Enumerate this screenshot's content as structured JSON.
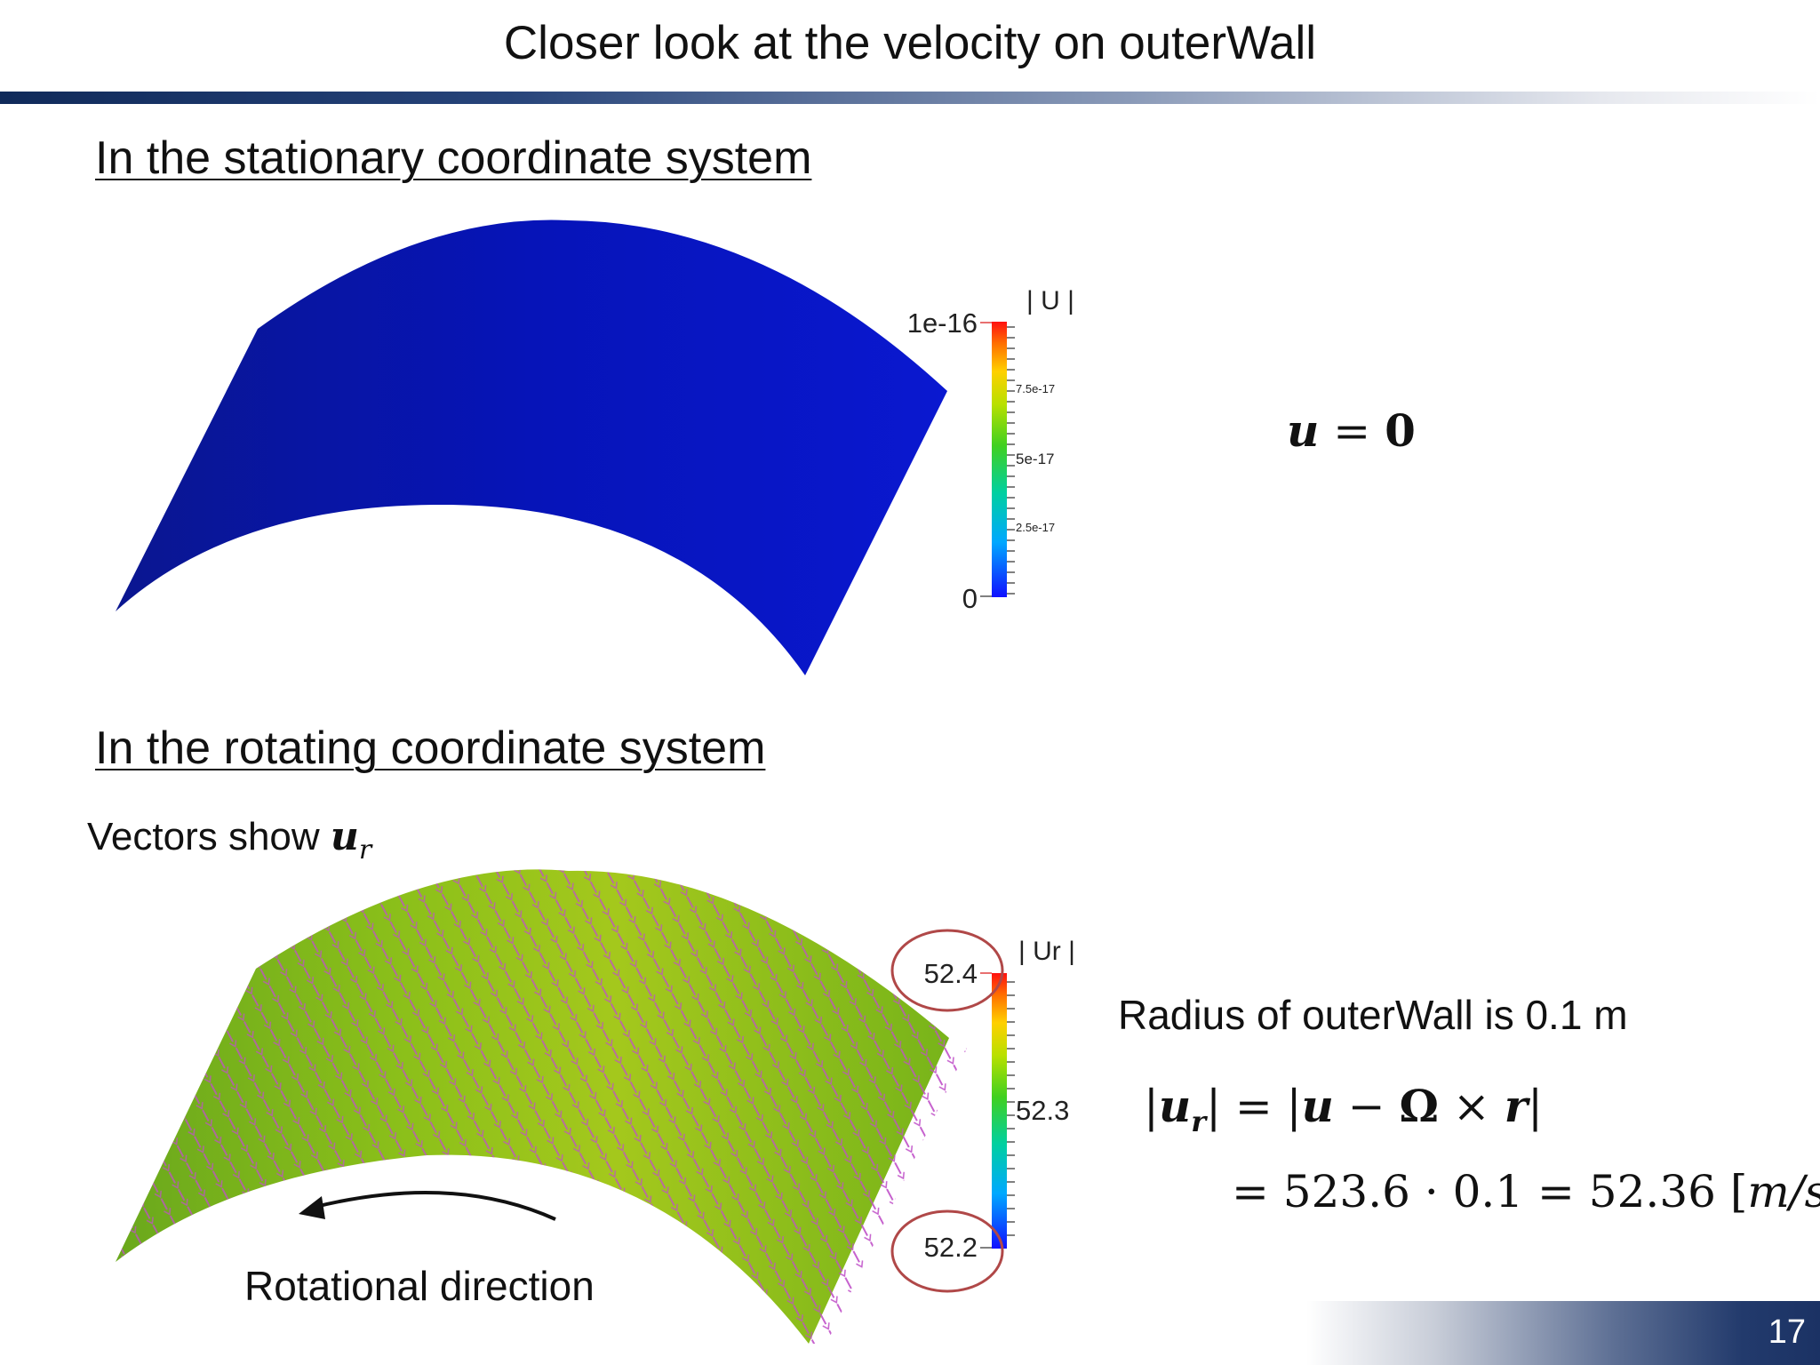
{
  "slide": {
    "title": "Closer look at the velocity on outerWall",
    "page_number": "17"
  },
  "stationary": {
    "heading": "In the stationary coordinate system",
    "legend": {
      "title": "| U |",
      "max_label": "1e-16",
      "tick_labels": [
        "7.5e-17",
        "5e-17",
        "2.5e-17"
      ],
      "min_label": "0"
    },
    "equation": {
      "lhs": "u",
      "eq": "=",
      "rhs": "0"
    },
    "surface_color": "#0a16c8"
  },
  "rotating": {
    "heading": "In the rotating coordinate system",
    "caption_text": "Vectors show",
    "caption_symbol": "u",
    "caption_sub": "r",
    "legend": {
      "title": "| Ur |",
      "max_label": "52.4",
      "mid_label": "52.3",
      "min_label": "52.2"
    },
    "radius_text": "Radius of outerWall is 0.1 m",
    "equation_line1": {
      "bar_open": "|",
      "u": "u",
      "sub": "r",
      "bar_close": "|",
      "rest_prefix": " = |",
      "rest_u": "u",
      "rest_minus": " − ",
      "rest_omega": "Ω",
      "rest_times": " × ",
      "rest_r": "r",
      "rest_close": "|"
    },
    "equation_line2": {
      "prefix": "= 523.6 · 0.1 = 52.36 [",
      "unit": "m/s",
      "suffix": "]"
    },
    "rotation_label": "Rotational direction",
    "surface_color": "#86be1c",
    "vector_color": "#c050c8",
    "highlight_color": "#b04848"
  },
  "colorbar": {
    "stops": [
      "#1010ff",
      "#00b0ff",
      "#00d0a0",
      "#40d020",
      "#b0e000",
      "#ffd000",
      "#ff7000",
      "#ff1010"
    ]
  }
}
